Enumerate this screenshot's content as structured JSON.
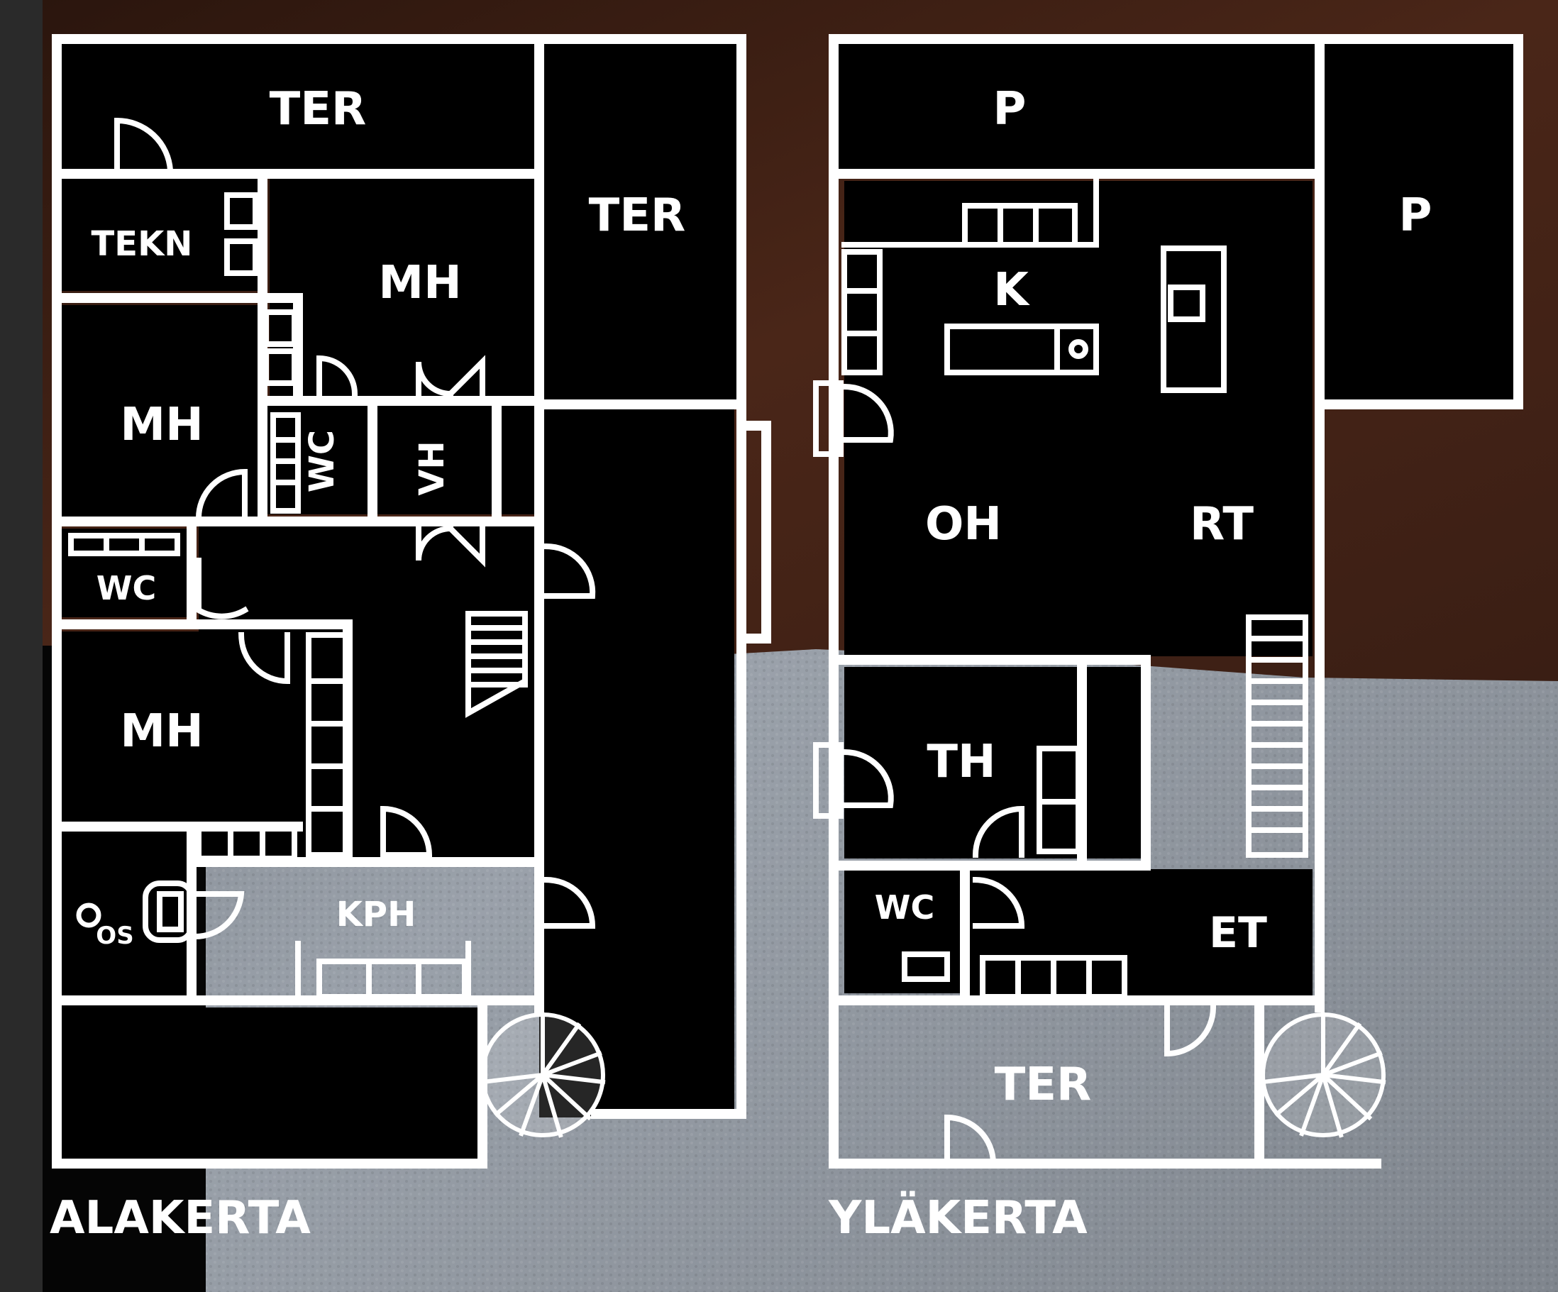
{
  "floors": [
    {
      "id": "alakerta",
      "title": "ALAKERTA",
      "rooms": [
        {
          "label": "TER"
        },
        {
          "label": "TER"
        },
        {
          "label": "TEKN"
        },
        {
          "label": "MH"
        },
        {
          "label": "MH"
        },
        {
          "label": "WC"
        },
        {
          "label": "VH"
        },
        {
          "label": "WC"
        },
        {
          "label": "MH"
        },
        {
          "label": "KPH"
        },
        {
          "label": "OS"
        }
      ]
    },
    {
      "id": "ylakerta",
      "title": "YLÄKERTA",
      "rooms": [
        {
          "label": "P"
        },
        {
          "label": "P"
        },
        {
          "label": "K"
        },
        {
          "label": "OH"
        },
        {
          "label": "RT"
        },
        {
          "label": "TH"
        },
        {
          "label": "WC"
        },
        {
          "label": "ET"
        },
        {
          "label": "TER"
        }
      ]
    }
  ],
  "colors": {
    "wall": "#ffffff",
    "fill": "#000000",
    "carpet": "#8d939c",
    "blanket": "#3a1e14",
    "edge": "#2a2a2a"
  }
}
